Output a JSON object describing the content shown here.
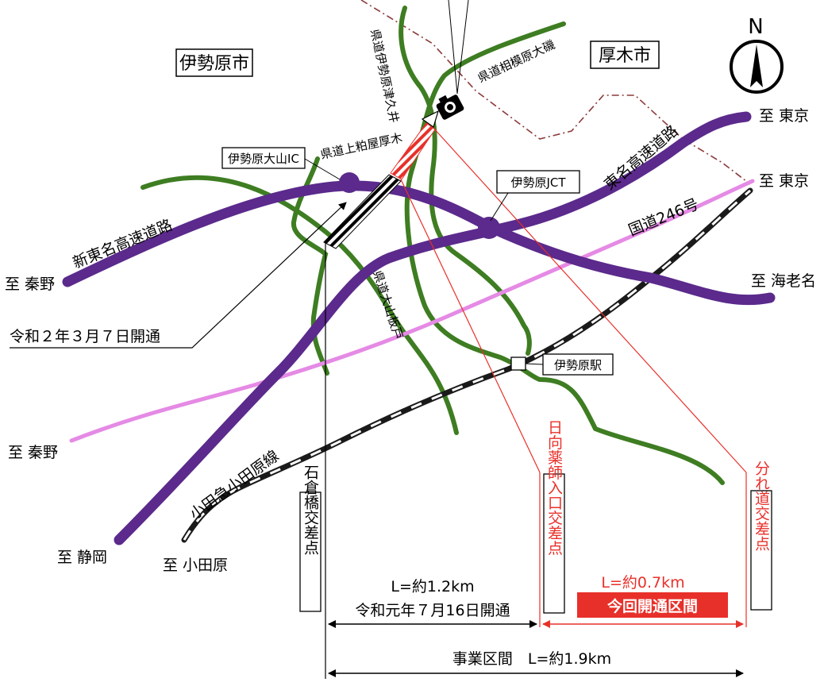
{
  "colors": {
    "expressway": "#5b2a8c",
    "prefectural_road": "#3e7d22",
    "route246": "#e58ae5",
    "railway": "#1a1a1a",
    "opened_section": "#000000",
    "new_section": "#e8302a",
    "boundary": "#8b3a3a"
  },
  "cities": {
    "isehara": "伊勢原市",
    "atsugi": "厚木市"
  },
  "compass": {
    "north": "N"
  },
  "roads": {
    "shin_tomei": "新東名高速道路",
    "tomei": "東名高速道路",
    "route246": "国道246号",
    "odakyu": "小田急小田原線",
    "pref_ooyama_itado": "県道大山板戸",
    "pref_isehara_tsukui": "県道伊勢原津久井",
    "pref_sagami_hara_ooiso": "県道相模原大磯",
    "pref_kamikasuya_atsugi": "県道上粕屋厚木"
  },
  "facilities": {
    "isehara_ooyama_ic": "伊勢原大山IC",
    "isehara_jct": "伊勢原JCT",
    "isehara_station": "伊勢原駅"
  },
  "destinations": {
    "to_tokyo_1": "至 東京",
    "to_tokyo_2": "至 東京",
    "to_ebina": "至 海老名",
    "to_hadano_1": "至 秦野",
    "to_hadano_2": "至 秦野",
    "to_shizuoka": "至 静岡",
    "to_odawara": "至 小田原"
  },
  "annotations": {
    "opened_r2": "令和２年３月７日開通"
  },
  "intersections": {
    "ishikurabashi": "石倉橋交差点",
    "hinata_yakushi": "日向薬師入口交差点",
    "wakaremichi": "分れ道交差点"
  },
  "sections": {
    "opened_length": "L=約1.2km",
    "opened_date": "令和元年７月16日開通",
    "new_length": "L=約0.7km",
    "new_label": "今回開通区間",
    "project_label": "事業区間　L=約1.9km"
  }
}
